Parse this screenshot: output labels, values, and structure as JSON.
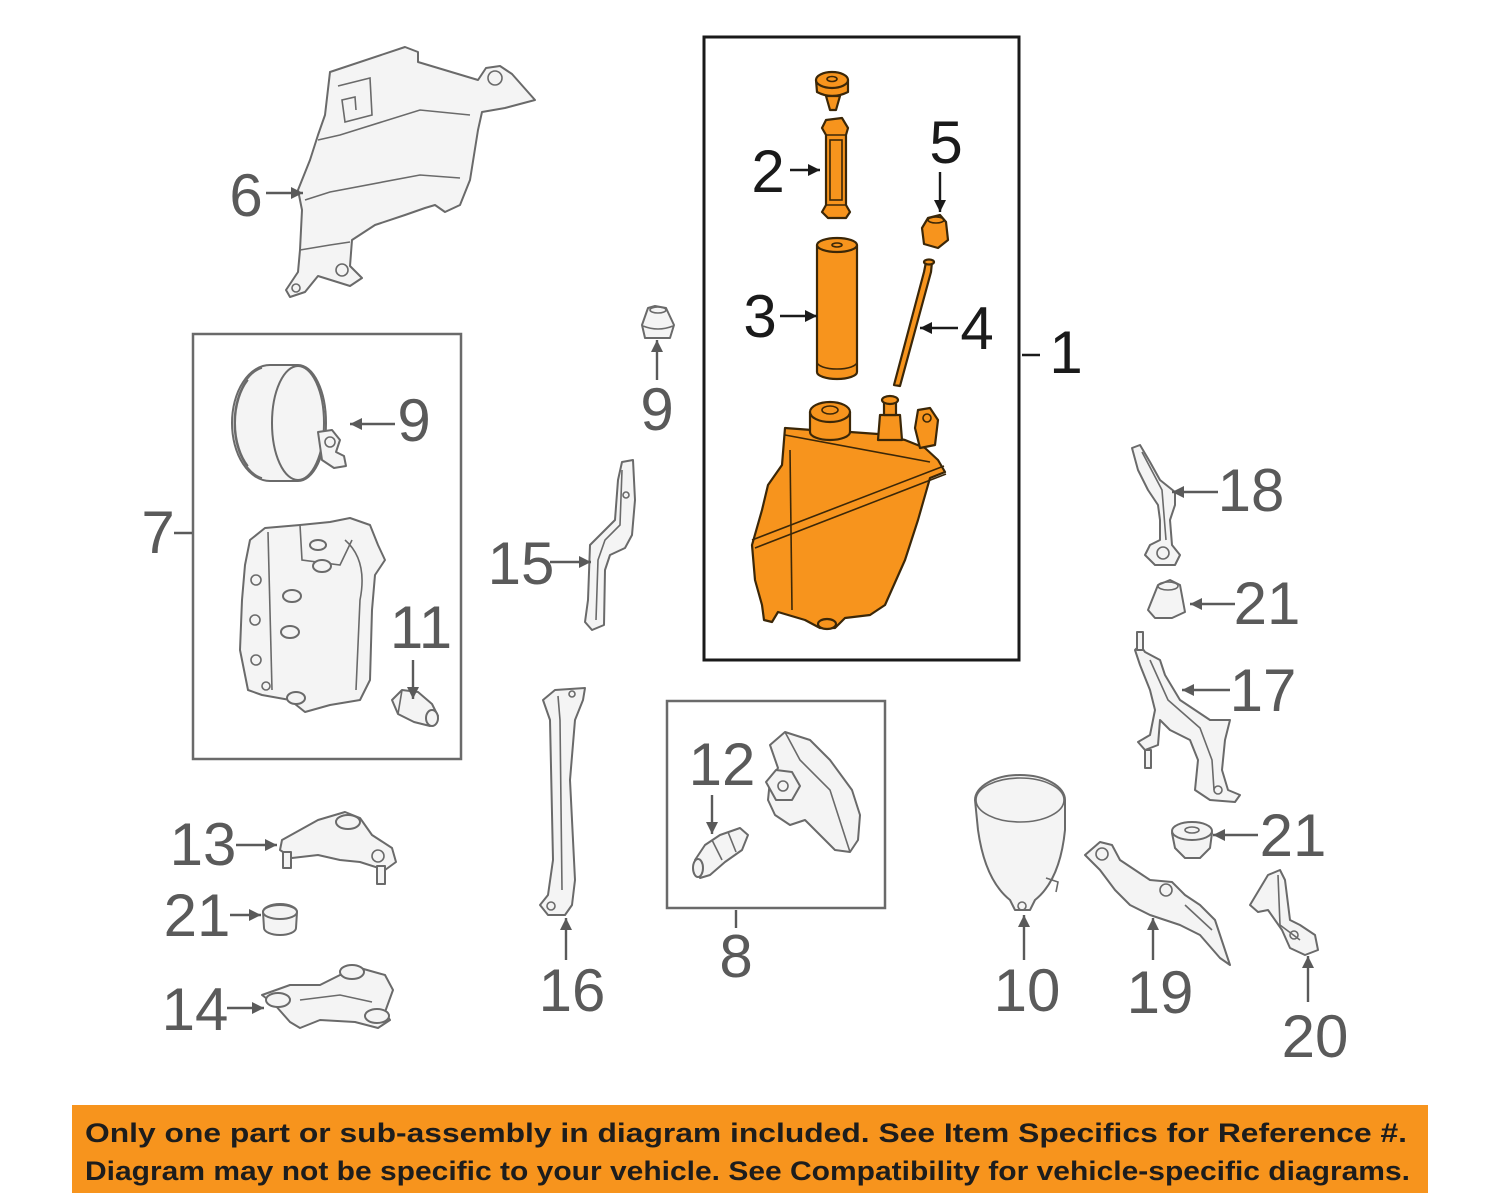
{
  "callouts": [
    "1",
    "2",
    "3",
    "4",
    "5",
    "6",
    "7",
    "8",
    "9",
    "9",
    "10",
    "11",
    "12",
    "13",
    "14",
    "15",
    "16",
    "17",
    "18",
    "19",
    "20",
    "21",
    "21",
    "21"
  ],
  "notice": {
    "line1": "Only one part or sub-assembly in diagram included. See Item Specifics for Reference #.",
    "line2": "Diagram may not be specific to your vehicle. See Compatibility for vehicle-specific diagrams."
  },
  "colors": {
    "highlight": "#f7941d",
    "banner": "#f7941d"
  }
}
